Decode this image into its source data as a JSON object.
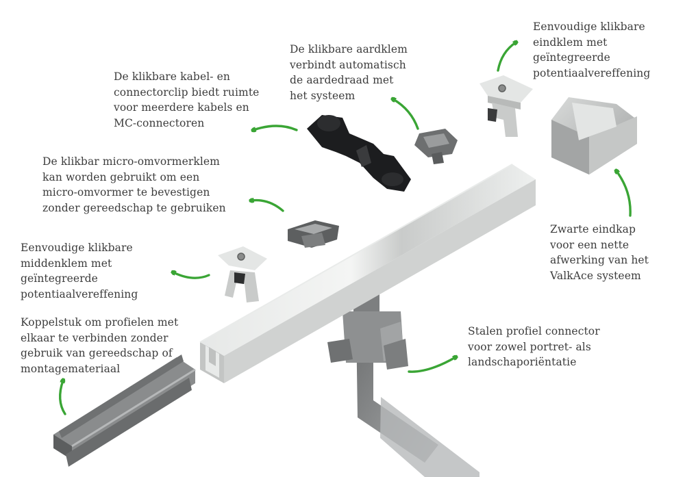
{
  "colors": {
    "arrow": "#3aa535",
    "text": "#3c3c3c",
    "rail": "#dcdedd",
    "steel": "#8f9192",
    "black_part": "#1c1d1f"
  },
  "callouts": [
    {
      "id": "end-clamp",
      "text": "Eenvoudige klikbare\neindklem met\ngeïntegreerde\npotentiaalvereffening"
    },
    {
      "id": "earth-clamp",
      "text": "De klikbare aardklem\nverbindt automatisch\nde aardedraad met\nhet systeem"
    },
    {
      "id": "cable-clip",
      "text": "De klikbare kabel- en\nconnectorclip biedt ruimte\nvoor meerdere kabels en\nMC-connectoren"
    },
    {
      "id": "micro-inverter",
      "text": "De klikbar micro-omvormerklem\nkan worden gebruikt om een\nmicro-omvormer te bevestigen\nzonder gereedschap te gebruiken"
    },
    {
      "id": "middle-clamp",
      "text": "Eenvoudige klikbare\nmiddenklem met\ngeïntegreerde\npotentiaalvereffening"
    },
    {
      "id": "coupler",
      "text": "Koppelstuk om profielen met\nelkaar te verbinden zonder\ngebruik van gereedschap of\nmontagemateriaal"
    },
    {
      "id": "end-cap",
      "text": "Zwarte eindkap\nvoor een nette\nafwerking van het\nValkAce systeem"
    },
    {
      "id": "steel-connector",
      "text": "Stalen profiel connector\nvoor zowel portret- als\nlandschaporiëntatie"
    }
  ]
}
